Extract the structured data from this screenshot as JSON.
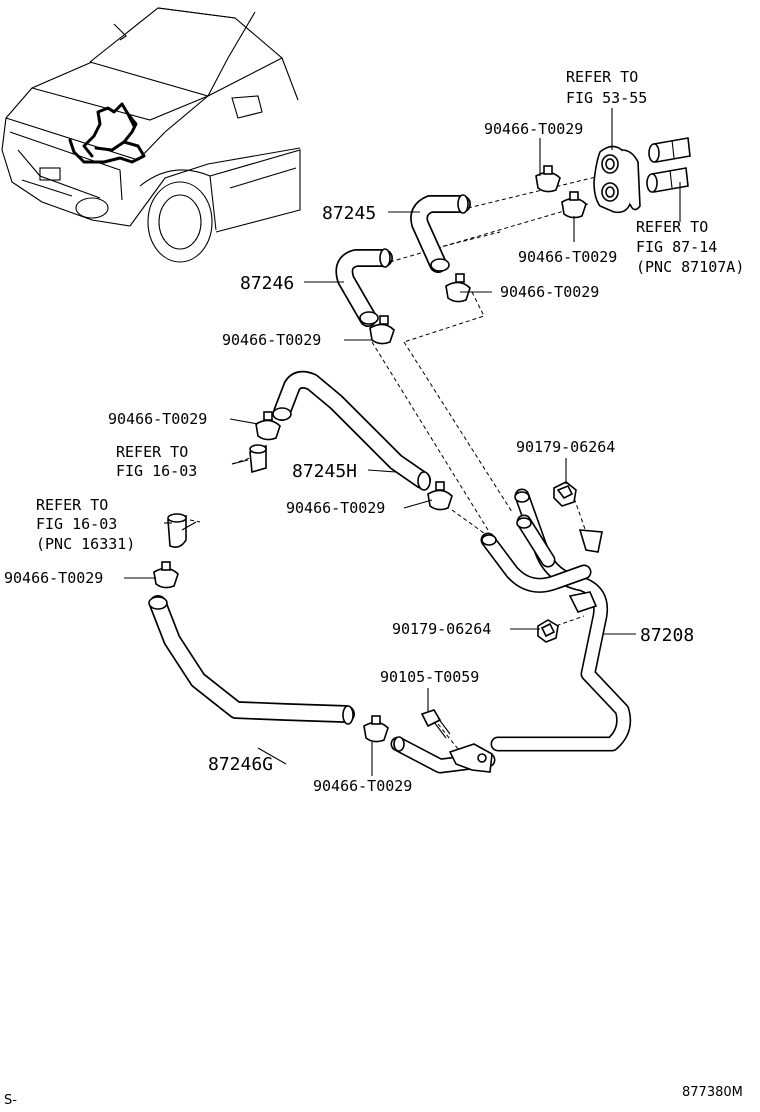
{
  "parts": {
    "p87245": "87245",
    "p87246": "87246",
    "p87245H": "87245H",
    "p87208": "87208",
    "p87246G": "87246G",
    "clamp": "90466-T0029",
    "nut": "90179-06264",
    "bolt": "90105-T0059"
  },
  "refs": {
    "refer_to": "REFER TO",
    "fig_53_55": "FIG 53-55",
    "fig_87_14": "FIG 87-14",
    "pnc_87107a": "(PNC 87107A)",
    "fig_16_03": "FIG 16-03",
    "pnc_16331": "(PNC 16331)"
  },
  "footer": {
    "left_code": "S-",
    "diagram_id": "877380M"
  }
}
